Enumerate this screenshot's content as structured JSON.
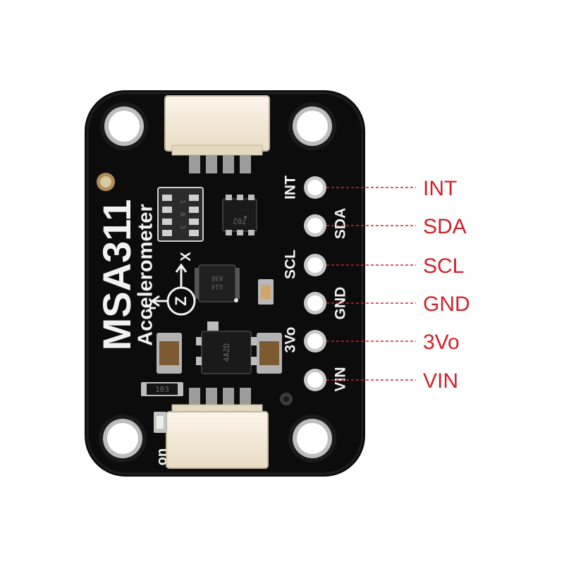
{
  "colors": {
    "board": "#0c0c0c",
    "silkscreen": "#f2f2f2",
    "pad": "#c9c9c9",
    "connector": "#f4ead8",
    "callout": "#d4202a"
  },
  "board": {
    "title": "MSA311",
    "subtitle": "Accelerometer",
    "on_label": "on",
    "axes": {
      "x": "X",
      "y": "Y",
      "z": "Z"
    },
    "chip_markings": {
      "resistor_array": [
        "1",
        "0",
        "3"
      ],
      "top_ic": "702",
      "sensor": [
        "A3E",
        "G14"
      ],
      "regulator": "4A2D",
      "resistor": "103"
    },
    "pins_silk": [
      "INT",
      "SDA",
      "SCL",
      "GND",
      "3Vo",
      "VIN"
    ]
  },
  "callouts": [
    "INT",
    "SDA",
    "SCL",
    "GND",
    "3Vo",
    "VIN"
  ]
}
